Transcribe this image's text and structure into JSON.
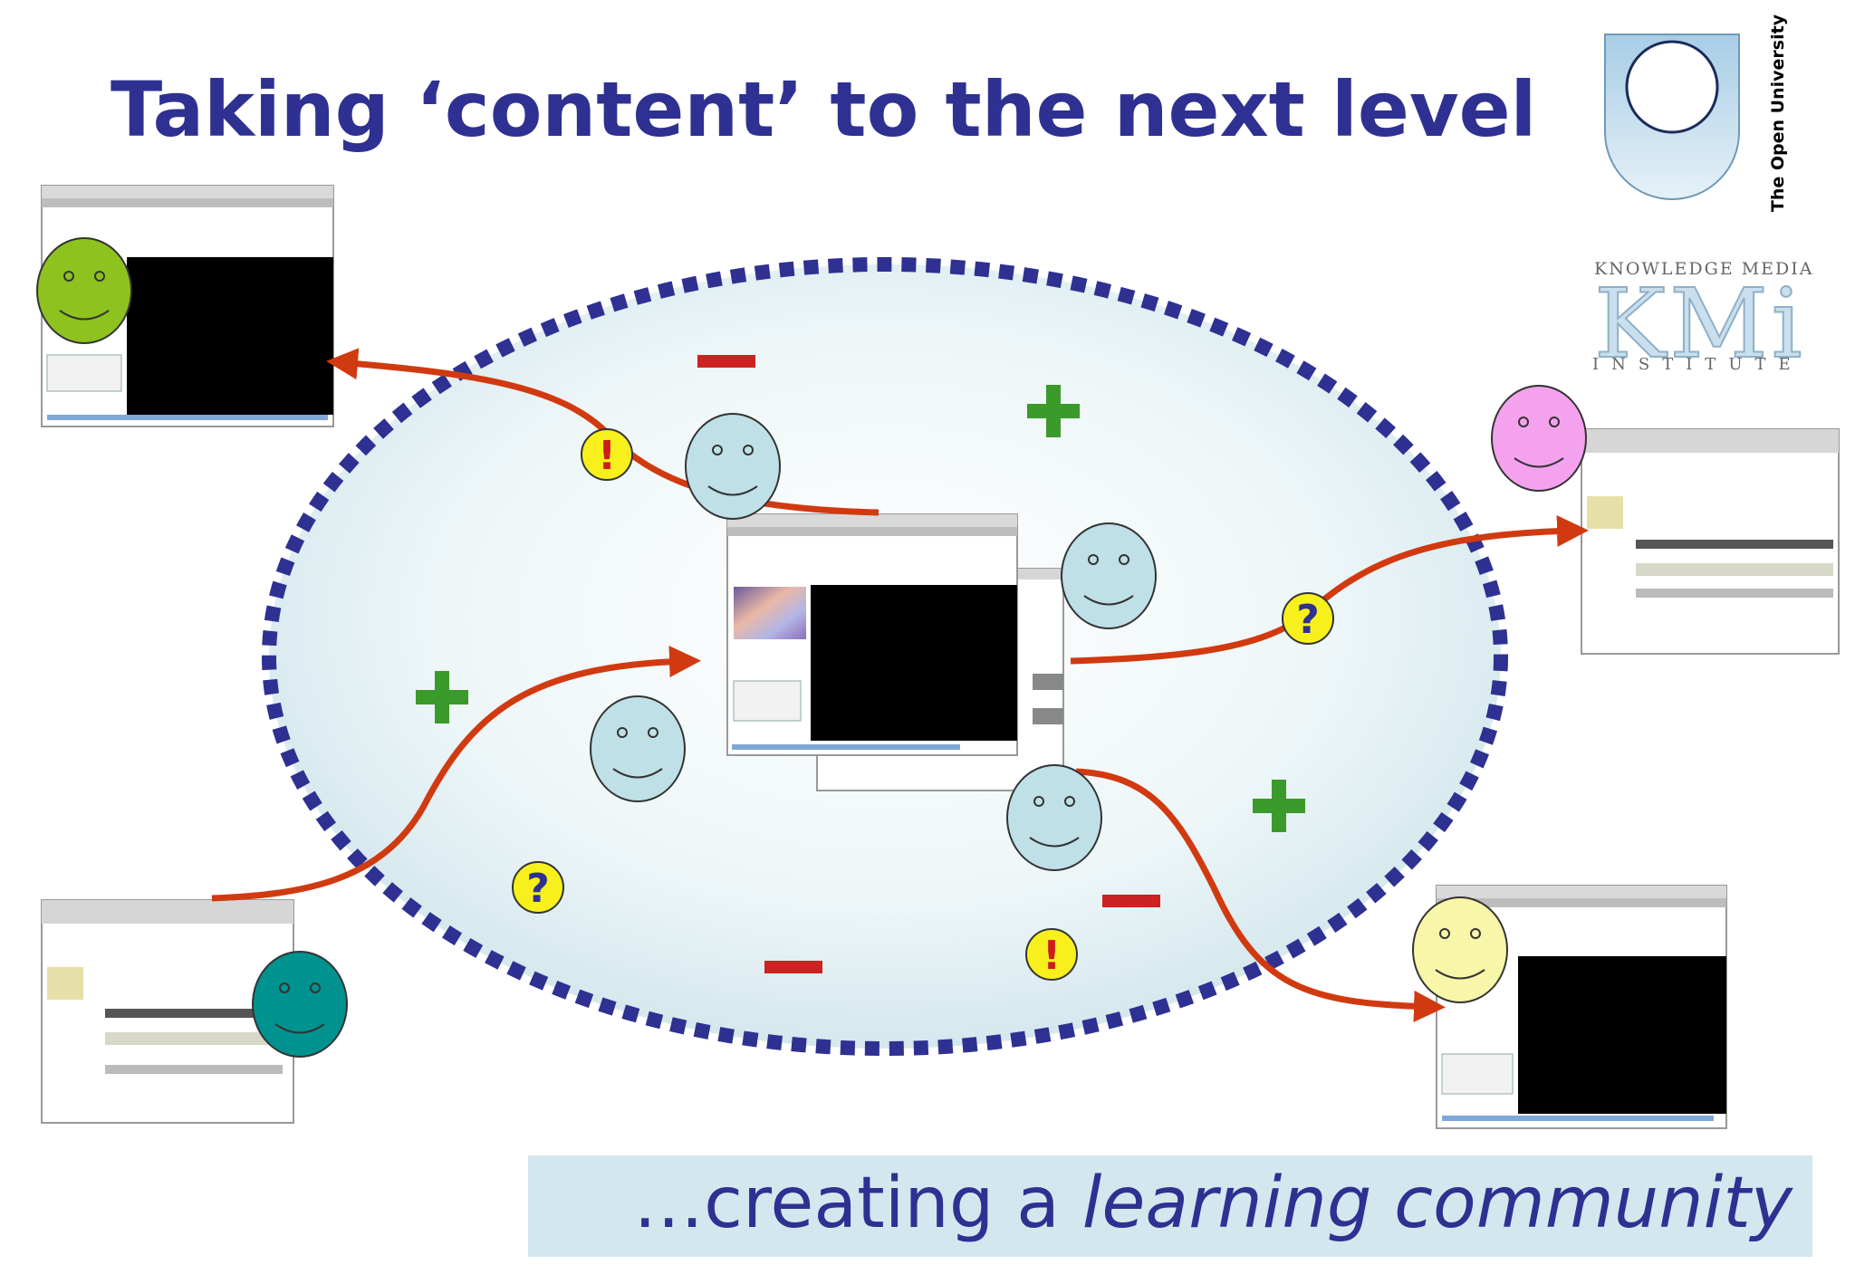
{
  "slide": {
    "title": "Taking ‘content’ to the next level",
    "tagline_lead": "…creating a ",
    "tagline_emphasis": "learning community"
  },
  "logos": {
    "open_university": "The Open University",
    "kmi_top": "KNOWLEDGE MEDIA",
    "kmi_mark": "KMi",
    "kmi_bottom": "INSTITUTE"
  },
  "colors": {
    "title": "#2e3192",
    "ellipse_border": "#2e3192",
    "arrow": "#d13a10",
    "plus": "#3a9a2a",
    "minus": "#cc2222",
    "face_community": "#bfe0e6",
    "face_green": "#8dc21f",
    "face_pink": "#f4a2ee",
    "face_teal": "#00928f",
    "face_yellow": "#f8f6a8",
    "banner": "#d3e8ee"
  },
  "symbols": {
    "plus": "+",
    "question": "?",
    "exclamation": "!"
  }
}
